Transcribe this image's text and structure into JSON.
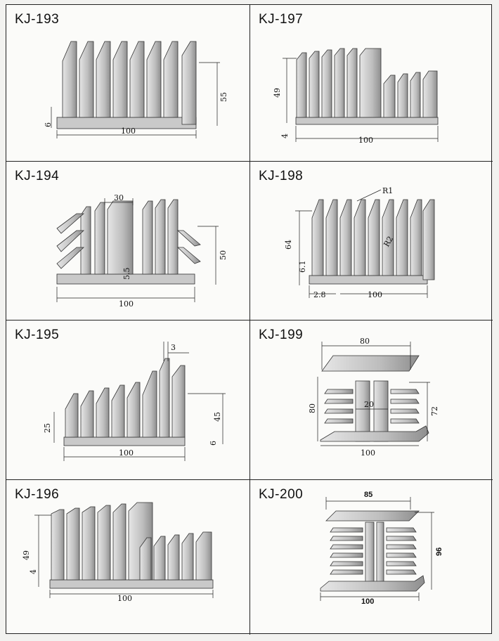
{
  "cells": [
    {
      "title": "KJ-193",
      "dims": {
        "width": "100",
        "height": "55",
        "base": "6"
      }
    },
    {
      "title": "KJ-197",
      "dims": {
        "width": "100",
        "height": "49",
        "base": "4"
      }
    },
    {
      "title": "KJ-194",
      "dims": {
        "width": "100",
        "height": "50",
        "gap": "30",
        "base": "5.5"
      }
    },
    {
      "title": "KJ-198",
      "dims": {
        "width": "100",
        "height": "64",
        "base": "6.1",
        "offset": "2.8",
        "radius1": "R1",
        "radius2": "R2"
      }
    },
    {
      "title": "KJ-195",
      "dims": {
        "width": "100",
        "height": "45",
        "height2": "25",
        "fin": "3",
        "base": "6"
      }
    },
    {
      "title": "KJ-199",
      "dims": {
        "width": "100",
        "top": "80",
        "height": "80",
        "height2": "72",
        "center": "20"
      }
    },
    {
      "title": "KJ-196",
      "dims": {
        "width": "100",
        "height": "49",
        "base": "4"
      }
    },
    {
      "title": "KJ-200",
      "dims": {
        "width": "100",
        "top": "85",
        "height": "96"
      }
    }
  ],
  "colors": {
    "border": "#222222",
    "metal": "#c9c9c9",
    "metal_dark": "#8a8a8a"
  }
}
